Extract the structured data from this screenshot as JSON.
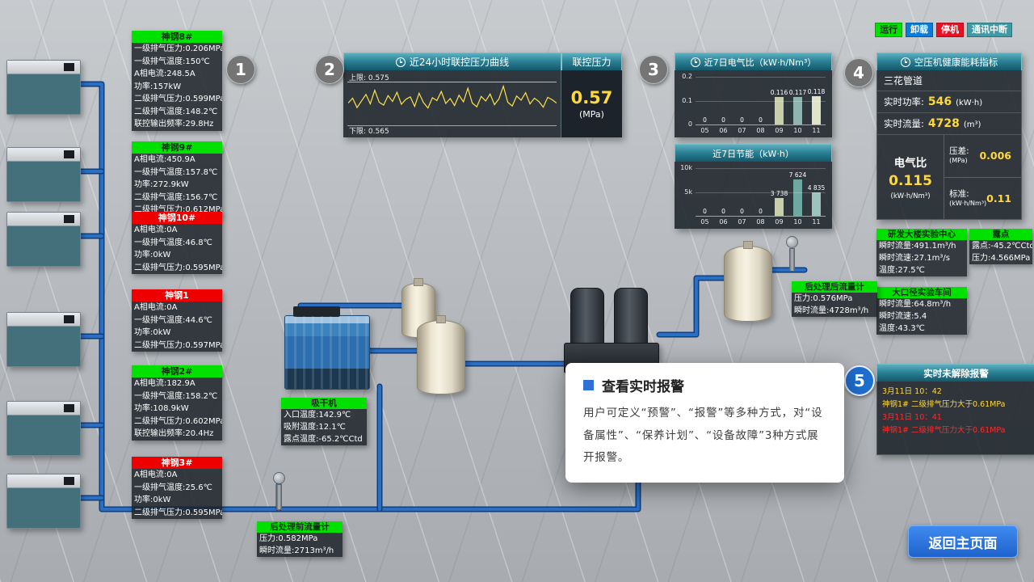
{
  "legend": {
    "items": [
      {
        "label": "运行",
        "color": "#00e100",
        "text": "#06300a"
      },
      {
        "label": "卸载",
        "color": "#0a7bd6",
        "text": "#ffffff"
      },
      {
        "label": "停机",
        "color": "#e81123",
        "text": "#ffffff"
      },
      {
        "label": "通讯中断",
        "color": "#3f9aa5",
        "text": "#ffffff"
      }
    ]
  },
  "markers": [
    {
      "num": "1"
    },
    {
      "num": "2"
    },
    {
      "num": "3"
    },
    {
      "num": "4"
    },
    {
      "num": "5"
    }
  ],
  "compressors": [
    {
      "name": "神钢8#",
      "status": "run",
      "rows": [
        "一级排气压力:0.206MPa",
        "一级排气温度:150℃",
        "A相电流:248.5A",
        "功率:157kW",
        "二级排气压力:0.599MPa",
        "二级排气温度:148.2℃",
        "联控输出频率:29.8Hz"
      ]
    },
    {
      "name": "神钢9#",
      "status": "run",
      "rows": [
        "A相电流:450.9A",
        "一级排气温度:157.8℃",
        "功率:272.9kW",
        "二级排气温度:156.7℃",
        "二级排气压力:0.612MPa"
      ]
    },
    {
      "name": "神钢10#",
      "status": "stop",
      "rows": [
        "A相电流:0A",
        "一级排气温度:46.8℃",
        "功率:0kW",
        "二级排气压力:0.595MPa"
      ]
    },
    {
      "name": "神钢1",
      "status": "stop",
      "rows": [
        "A相电流:0A",
        "一级排气温度:44.6℃",
        "功率:0kW",
        "二级排气压力:0.597MPa"
      ]
    },
    {
      "name": "神钢2#",
      "status": "run",
      "rows": [
        "A相电流:182.9A",
        "一级排气温度:158.2℃",
        "功率:108.9kW",
        "二级排气压力:0.602MPa",
        "联控输出频率:20.4Hz"
      ]
    },
    {
      "name": "神钢3#",
      "status": "stop",
      "rows": [
        "A相电流:0A",
        "一级排气温度:25.6℃",
        "功率:0kW",
        "二级排气压力:0.595MPa"
      ]
    }
  ],
  "pressure_panel": {
    "side_title": "联控压力",
    "upper_label": "上限:",
    "upper_value": "0.575",
    "lower_label": "下限:",
    "lower_value": "0.565",
    "value": "0.57",
    "unit": "(MPa)"
  },
  "health_panel": {
    "title": "空压机健康能耗指标",
    "pipeline": "三花管道",
    "power_label": "实时功率:",
    "power_value": "546",
    "power_unit": "(kW·h)",
    "flow_label": "实时流量:",
    "flow_value": "4728",
    "flow_unit": "(m³)",
    "ratio_label": "电气比",
    "ratio_value": "0.115",
    "ratio_unit": "(kW·h/Nm³)",
    "diff_label": "压差:",
    "diff_value": "0.006",
    "diff_unit": "(MPa)",
    "std_label": "标准:",
    "std_value": "0.11",
    "std_unit": "(kW·h/Nm³)"
  },
  "stations": [
    {
      "name": "研发大楼实验中心",
      "rows": [
        "瞬时流量:491.1m³/h",
        "瞬时流速:27.1m³/s",
        "温度:27.5℃"
      ]
    },
    {
      "name": "露点",
      "rows": [
        "露点:-45.2℃Ctd",
        "压力:4.566MPa"
      ]
    },
    {
      "name": "大口径实验车间",
      "rows": [
        "瞬时流量:64.8m³/h",
        "瞬时流速:5.4",
        "温度:43.3℃"
      ]
    },
    {
      "name": "后处理后流量计",
      "rows": [
        "压力:0.576MPa",
        "瞬时流量:4728m³/h"
      ]
    },
    {
      "name": "吸干机",
      "rows": [
        "入口温度:142.9℃",
        "吸附温度:12.1℃",
        "露点温度:-65.2℃Ctd"
      ]
    },
    {
      "name": "后处理前流量计",
      "rows": [
        "压力:0.582MPa",
        "瞬时流量:2713m³/h"
      ]
    }
  ],
  "alarm_panel": {
    "title": "实时未解除报警",
    "events": [
      {
        "time": "3月11日 10：42",
        "text": "神钢1# 二级排气压力大于0.61MPa",
        "level": "warn"
      },
      {
        "time": "3月11日 10：41",
        "text": "神钢1# 二级排气压力大于0.61MPa",
        "level": "alarm"
      }
    ]
  },
  "tooltip": {
    "title": "查看实时报警",
    "body": "用户可定义“预警”、“报警”等多种方式，对“设备属性”、“保养计划”、“设备故障”3种方式展开报警。"
  },
  "return_button": "返回主页面",
  "chart_data": [
    {
      "type": "line",
      "title": "近24小时联控压力曲线",
      "ylabel": "MPa",
      "ylim": [
        0.565,
        0.575
      ],
      "upper_limit": 0.575,
      "lower_limit": 0.565,
      "current": 0.57,
      "legend_position": "none",
      "series": [
        {
          "name": "联控压力",
          "values": [
            0.57,
            0.5712,
            0.5689,
            0.5705,
            0.5721,
            0.5698,
            0.5731,
            0.5702,
            0.5695,
            0.5718,
            0.5704,
            0.5726,
            0.5697,
            0.5709,
            0.5715,
            0.5692,
            0.5724,
            0.5701,
            0.5688,
            0.5713,
            0.5706,
            0.5728,
            0.5699,
            0.5711,
            0.5694,
            0.5719,
            0.5703,
            0.5736,
            0.57,
            0.5691,
            0.5716,
            0.5705,
            0.5722,
            0.5696,
            0.571,
            0.5741,
            0.5702,
            0.5693,
            0.5717,
            0.5707,
            0.5725,
            0.5698,
            0.5712,
            0.5704,
            0.569,
            0.5714,
            0.5708,
            0.57
          ]
        }
      ]
    },
    {
      "type": "bar",
      "title": "近7日电气比（kW·h/Nm³）",
      "categories": [
        "05",
        "06",
        "07",
        "08",
        "09",
        "10",
        "11"
      ],
      "values": [
        0,
        0,
        0,
        0,
        0.116,
        0.117,
        0.118
      ],
      "labels": [
        "0",
        "0",
        "0",
        "0",
        "0.116",
        "0.117",
        "0.118"
      ],
      "ylim": [
        0,
        0.2
      ],
      "yticks": [
        "0.2",
        "0.1",
        "0"
      ],
      "colors": [
        null,
        null,
        null,
        null,
        "#c9cfa8",
        "#8fb5ae",
        "#e0e4c9"
      ],
      "grid": true
    },
    {
      "type": "bar",
      "title": "近7日节能（kW·h）",
      "categories": [
        "05",
        "06",
        "07",
        "08",
        "09",
        "10",
        "11"
      ],
      "values": [
        0,
        0,
        0,
        0,
        3738,
        7624,
        4835
      ],
      "labels": [
        "0",
        "0",
        "0",
        "0",
        "3 738",
        "7 624",
        "4 835"
      ],
      "ylim": [
        0,
        10000
      ],
      "yticks": [
        "10k",
        "5k"
      ],
      "colors": [
        null,
        null,
        null,
        null,
        "#c9cfa8",
        "#6fa8a2",
        "#9cc3bd"
      ],
      "grid": true
    }
  ]
}
